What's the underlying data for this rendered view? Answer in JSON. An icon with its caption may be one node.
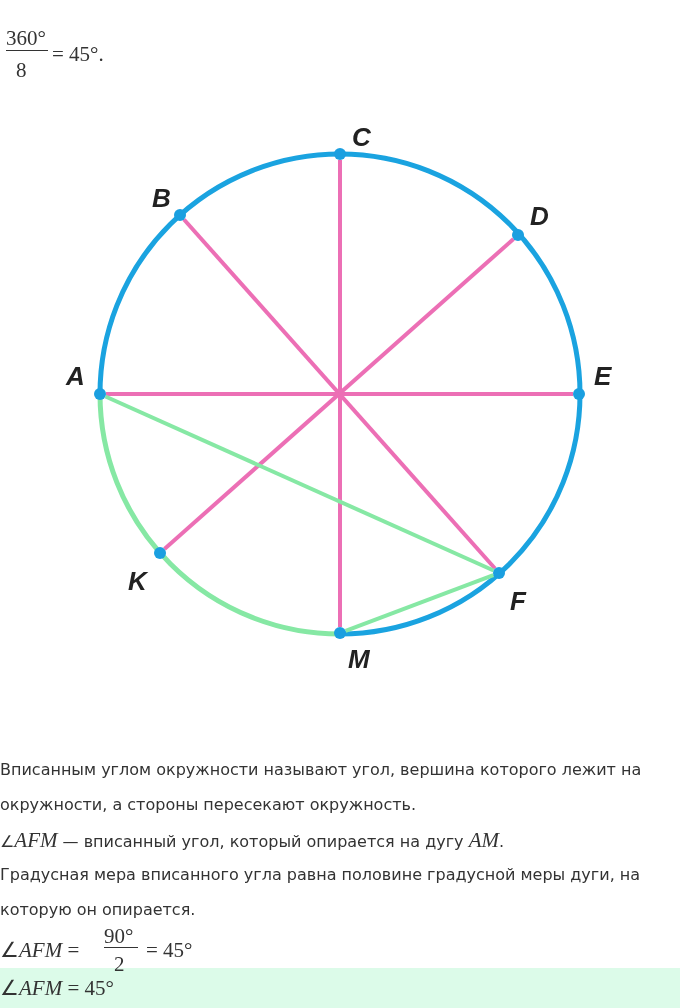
{
  "diagram": {
    "nodes": [
      {
        "text": [],
        "shape": "circle",
        "beside": [
          "C"
        ]
      },
      {
        "text": [],
        "shape": "circle",
        "beside": [
          "B"
        ]
      },
      {
        "text": [],
        "shape": "circle",
        "beside": [
          "D"
        ]
      },
      {
        "text": [],
        "shape": "circle",
        "beside": [
          "A"
        ]
      },
      {
        "text": [],
        "shape": "circle",
        "beside": [
          "E"
        ]
      },
      {
        "text": [],
        "shape": "circle",
        "beside": [
          "K"
        ]
      },
      {
        "text": [],
        "shape": "circle",
        "beside": [
          "F"
        ]
      },
      {
        "text": [],
        "shape": "circle",
        "beside": [
          "M"
        ]
      }
    ],
    "edges": [
      {
        "from": 3,
        "to": 4,
        "arrow": "none"
      },
      {
        "from": 1,
        "to": 6,
        "arrow": "none"
      },
      {
        "from": 0,
        "to": 7,
        "arrow": "none"
      },
      {
        "from": 2,
        "to": 5,
        "arrow": "none"
      },
      {
        "from": 3,
        "to": 6,
        "arrow": "none",
        "color": "#86e8a4"
      },
      {
        "from": 6,
        "to": 7,
        "arrow": "none",
        "color": "#86e8a4"
      }
    ],
    "labels": [
      "360°",
      "8",
      "= 45°.",
      "Вписанным углом окружности называют угол, вершина которого лежит на окружности, а стороны пересекают окружность.",
      "∠*AFM* — вписанный угол, который опирается на дугу *AM*.",
      "Градусная мера вписанного угла равна половине градусной меры дуги, на которую он опирается.",
      "∠*AFM* =",
      "90°",
      "2",
      "= 45°",
      "∠*AFM* = 45°"
    ]
  }
}
